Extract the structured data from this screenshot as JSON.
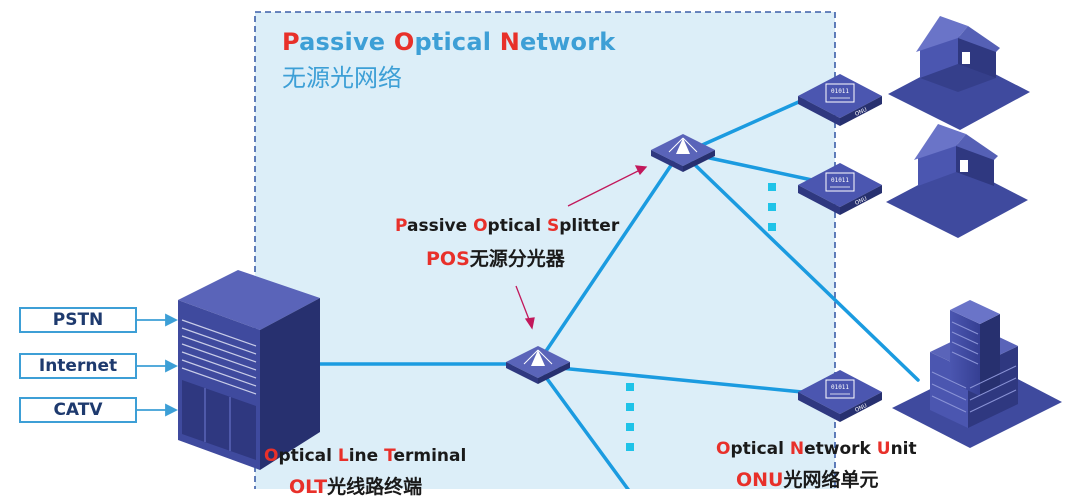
{
  "network": {
    "title_parts": [
      {
        "cap": "P",
        "rest": "assive "
      },
      {
        "cap": "O",
        "rest": "ptical "
      },
      {
        "cap": "N",
        "rest": "etwork"
      }
    ],
    "subtitle": "无源光网络"
  },
  "sources": [
    {
      "label": "PSTN"
    },
    {
      "label": "Internet"
    },
    {
      "label": "CATV"
    }
  ],
  "splitter": {
    "name_parts": [
      {
        "cap": "P",
        "rest": "assive "
      },
      {
        "cap": "O",
        "rest": "ptical "
      },
      {
        "cap": "S",
        "rest": "plitter"
      }
    ],
    "abbr": "POS",
    "cn": "无源分光器"
  },
  "olt": {
    "name_parts": [
      {
        "cap": "O",
        "rest": "ptical "
      },
      {
        "cap": "L",
        "rest": "ine "
      },
      {
        "cap": "T",
        "rest": "erminal"
      }
    ],
    "abbr": "OLT",
    "cn": "光线路终端"
  },
  "onu": {
    "name_parts": [
      {
        "cap": "O",
        "rest": "ptical "
      },
      {
        "cap": "N",
        "rest": "etwork "
      },
      {
        "cap": "U",
        "rest": "nit"
      }
    ],
    "abbr": "ONU",
    "cn": "光网络单元",
    "device_code": "01011",
    "device_tag": "ONU"
  },
  "colors": {
    "fiber": "#1b9be0",
    "zone_fill": "#dceef8",
    "zone_border": "#3b5ea8",
    "device": "#3f4a9e",
    "device_dark": "#27306f",
    "accent_red": "#e8302a",
    "title_blue": "#3d9fd6",
    "dots": "#1fc3e8"
  }
}
